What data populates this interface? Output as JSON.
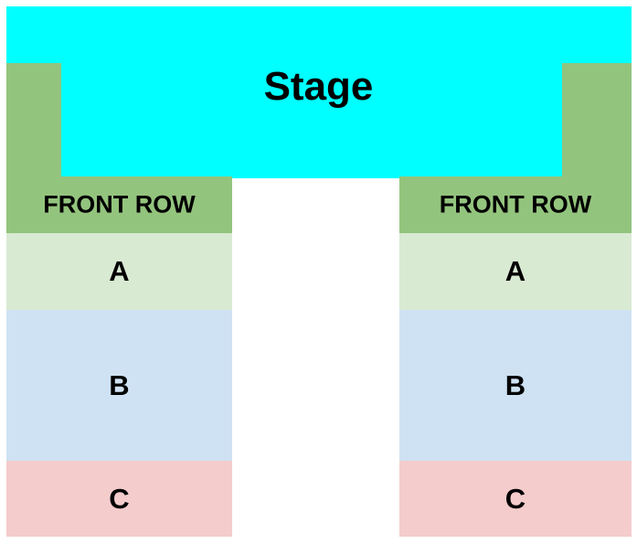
{
  "stage": {
    "label": "Stage"
  },
  "sections": {
    "left": {
      "front_row": "FRONT ROW",
      "a": "A",
      "b": "B",
      "c": "C"
    },
    "right": {
      "front_row": "FRONT ROW",
      "a": "A",
      "b": "B",
      "c": "C"
    }
  },
  "colors": {
    "stage": "#00ffff",
    "front_row": "#93c47d",
    "section_a": "#d9ead3",
    "section_b": "#cfe2f3",
    "section_c": "#f4cccc"
  }
}
